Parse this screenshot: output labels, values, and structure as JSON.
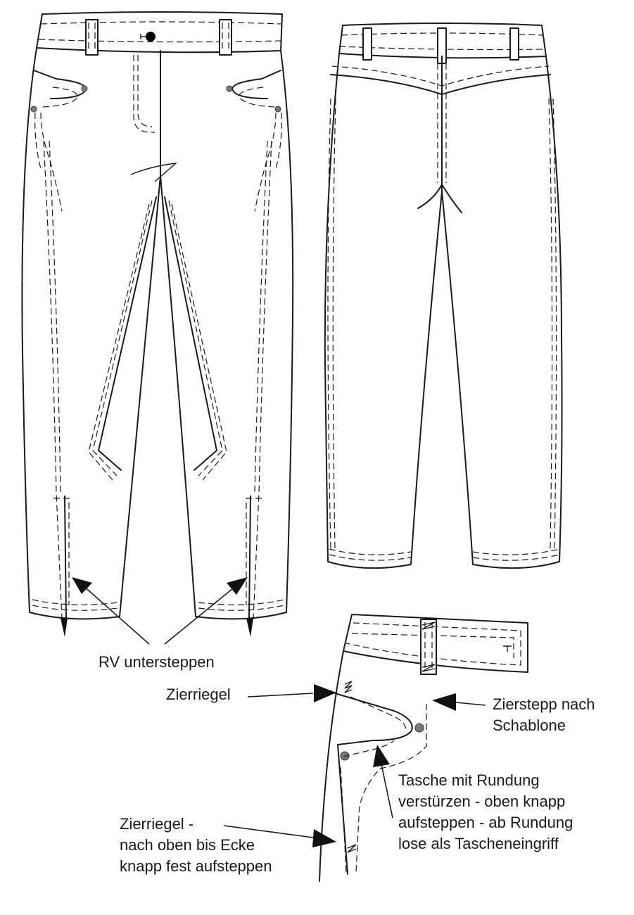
{
  "diagram": {
    "labels": {
      "rv_untersteppen": "RV untersteppen",
      "zierriegel_1": "Zierriegel",
      "zierstepp": [
        "Zierstepp nach",
        "Schablone"
      ],
      "tasche": [
        "Tasche mit Rundung",
        "verstürzen - oben knapp",
        "aufsteppen - ab Rundung",
        "lose als Tascheneingriff"
      ],
      "zierriegel_2": [
        "Zierriegel -",
        "nach oben bis Ecke",
        "knapp fest aufsteppen"
      ]
    },
    "views": [
      "front-view",
      "back-view",
      "pocket-detail"
    ],
    "colors": {
      "line": "#1a1a1a",
      "rivet": "#7a7a7a",
      "arrowhead": "#111111"
    }
  }
}
